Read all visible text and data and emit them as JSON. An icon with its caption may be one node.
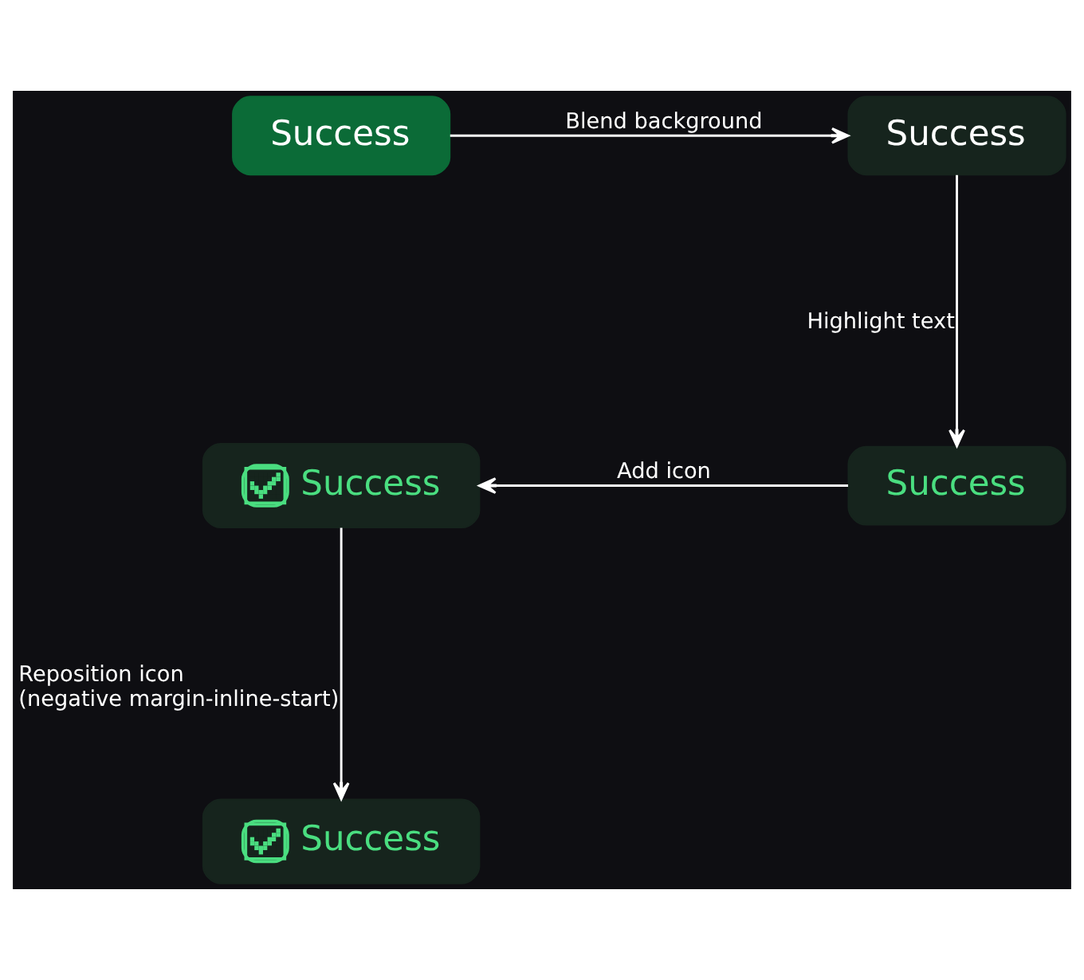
{
  "diagram": {
    "nodes": [
      {
        "text": [
          "Success"
        ]
      },
      {
        "text": [
          "Success"
        ]
      },
      {
        "text": [
          "Success"
        ]
      },
      {
        "text": [
          "Success"
        ]
      },
      {
        "text": [
          "Success"
        ]
      }
    ],
    "edges": [
      {
        "from": 0,
        "to": 1,
        "arrow": "to",
        "label": "Blend background"
      },
      {
        "from": 1,
        "to": 2,
        "arrow": "to",
        "label": "Highlight text"
      },
      {
        "from": 2,
        "to": 3,
        "arrow": "to",
        "label": "Add icon"
      },
      {
        "from": 3,
        "to": 4,
        "arrow": "to",
        "label": "Reposition icon (negative margin-inline-start)"
      }
    ]
  }
}
